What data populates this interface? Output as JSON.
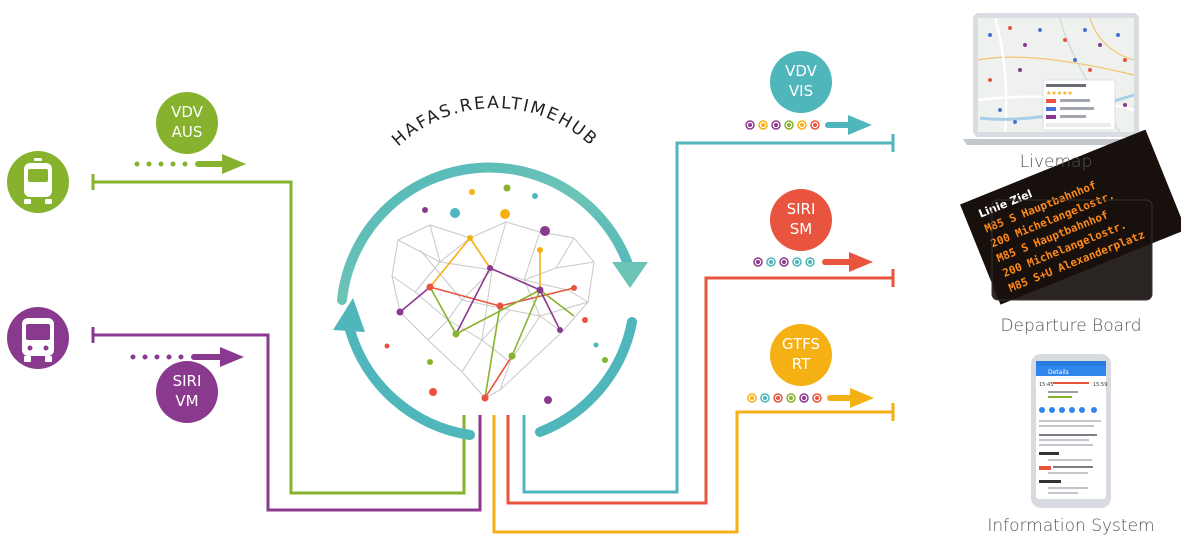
{
  "hub": {
    "title": "HAFAS.REALTIMEHUB"
  },
  "inputs": [
    {
      "protocol_lines": [
        "VDV",
        "AUS"
      ],
      "source_icon": "tram-icon",
      "color": "#86b22e"
    },
    {
      "protocol_lines": [
        "SIRI",
        "VM"
      ],
      "source_icon": "bus-icon",
      "color": "#8a3a8e"
    }
  ],
  "outputs": [
    {
      "protocol_lines": [
        "VDV",
        "VIS"
      ],
      "color": "#4fb6bb"
    },
    {
      "protocol_lines": [
        "SIRI",
        "SM"
      ],
      "color": "#e8543e"
    },
    {
      "protocol_lines": [
        "GTFS",
        "RT"
      ],
      "color": "#f5b014"
    }
  ],
  "targets": [
    {
      "label": "Livemap",
      "icon": "laptop-map-icon"
    },
    {
      "label": "Departure Board",
      "icon": "departure-board-photo"
    },
    {
      "label": "Information System",
      "icon": "smartphone-app-icon"
    }
  ],
  "departure_board_text": [
    "Linie Ziel",
    "M85 S Hauptbahnhof",
    "200 Michelangelostr.",
    "M85 S Hauptbahnhof",
    "200 Michelangelostr.",
    "M85 S+U Alexanderplatz"
  ],
  "livemap_screen": {
    "stars": "★★★★★"
  },
  "phone_screen": {
    "title": "Details",
    "time_start": "15:45",
    "time_end": "15:59"
  }
}
